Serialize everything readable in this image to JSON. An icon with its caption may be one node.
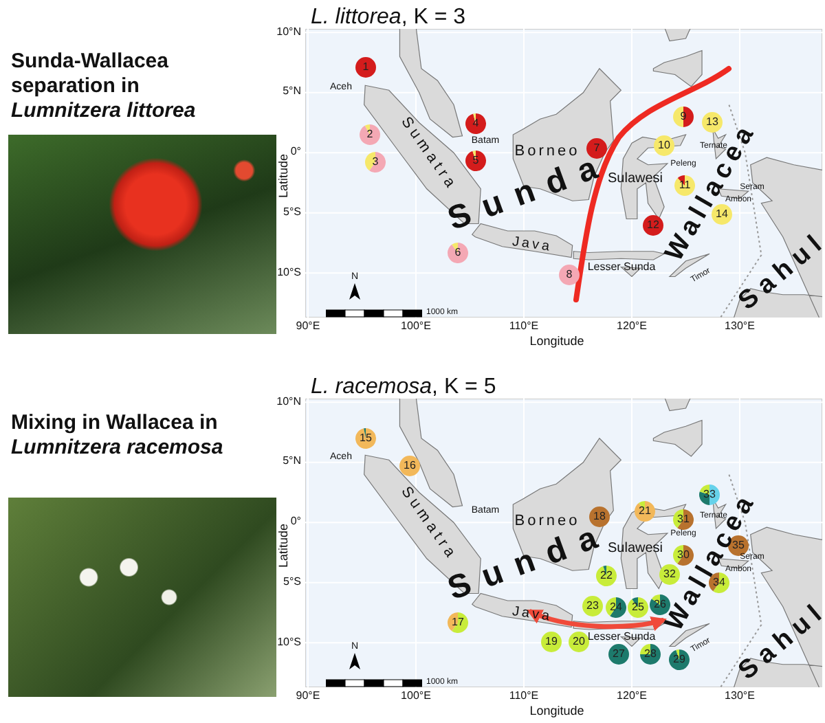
{
  "diagram": {
    "nodes": [
      {
        "text": [
          "1"
        ]
      },
      {
        "text": [
          "2"
        ]
      },
      {
        "text": [
          "3"
        ]
      },
      {
        "text": [
          "4"
        ]
      },
      {
        "text": [
          "5"
        ]
      },
      {
        "text": [
          "6"
        ]
      },
      {
        "text": [
          "7"
        ]
      },
      {
        "text": [
          "8"
        ]
      },
      {
        "text": [
          "9"
        ]
      },
      {
        "text": [
          "10"
        ]
      },
      {
        "text": [
          "11"
        ]
      },
      {
        "text": [
          "12"
        ]
      },
      {
        "text": [
          "13"
        ]
      },
      {
        "text": [
          "14"
        ]
      },
      {
        "text": [
          "15"
        ]
      },
      {
        "text": [
          "16"
        ]
      },
      {
        "text": [
          "17"
        ]
      },
      {
        "text": [
          "18"
        ]
      },
      {
        "text": [
          "19"
        ]
      },
      {
        "text": [
          "20"
        ]
      },
      {
        "text": [
          "21"
        ]
      },
      {
        "text": [
          "22"
        ]
      },
      {
        "text": [
          "23"
        ]
      },
      {
        "text": [
          "24"
        ]
      },
      {
        "text": [
          "25"
        ]
      },
      {
        "text": [
          "26"
        ]
      },
      {
        "text": [
          "27"
        ]
      },
      {
        "text": [
          "28"
        ]
      },
      {
        "text": [
          "29"
        ]
      },
      {
        "text": [
          "30"
        ]
      },
      {
        "text": [
          "31"
        ]
      },
      {
        "text": [
          "32"
        ]
      },
      {
        "text": [
          "33"
        ]
      },
      {
        "text": [
          "34"
        ]
      },
      {
        "text": [
          "35"
        ]
      },
      {
        "text": [
          "Sunda"
        ]
      },
      {
        "text": [
          "Wallacea"
        ]
      }
    ],
    "edges": [
      {
        "from": 35,
        "to": 36,
        "arrow": "both",
        "color": "#f04a3a"
      }
    ],
    "labels": [
      "Sunda-Wallacea separation in *Lumnitzera littorea*",
      "*L. littorea*, K = 3",
      "10°N",
      "5°N",
      "0°",
      "5°S",
      "10°S",
      "Latitude",
      "90°E",
      "100°E",
      "110°E",
      "120°E",
      "130°E",
      "Longitude",
      "Aceh",
      "Batam",
      "Sumatra",
      "Borneo",
      "Sulawesi",
      "Java",
      "Lesser Sunda",
      "Peleng",
      "Ternate",
      "Seram",
      "Ambon",
      "Timor",
      "Sunda",
      "Wallacea",
      "Sahul",
      "N",
      "1000 km",
      "Mixing in Wallacea in *Lumnitzera racemosa*",
      "*L. racemosa*, K = 5",
      "10°N",
      "5°N",
      "0°",
      "5°S",
      "10°S",
      "Latitude",
      "90°E",
      "100°E",
      "110°E",
      "120°E",
      "130°E",
      "Longitude",
      "Aceh",
      "Batam",
      "Sumatra",
      "Borneo",
      "Sulawesi",
      "Java",
      "Lesser Sunda",
      "Peleng",
      "Ternate",
      "Seram",
      "Ambon",
      "Timor",
      "Sahul",
      "N",
      "1000 km"
    ]
  }
}
